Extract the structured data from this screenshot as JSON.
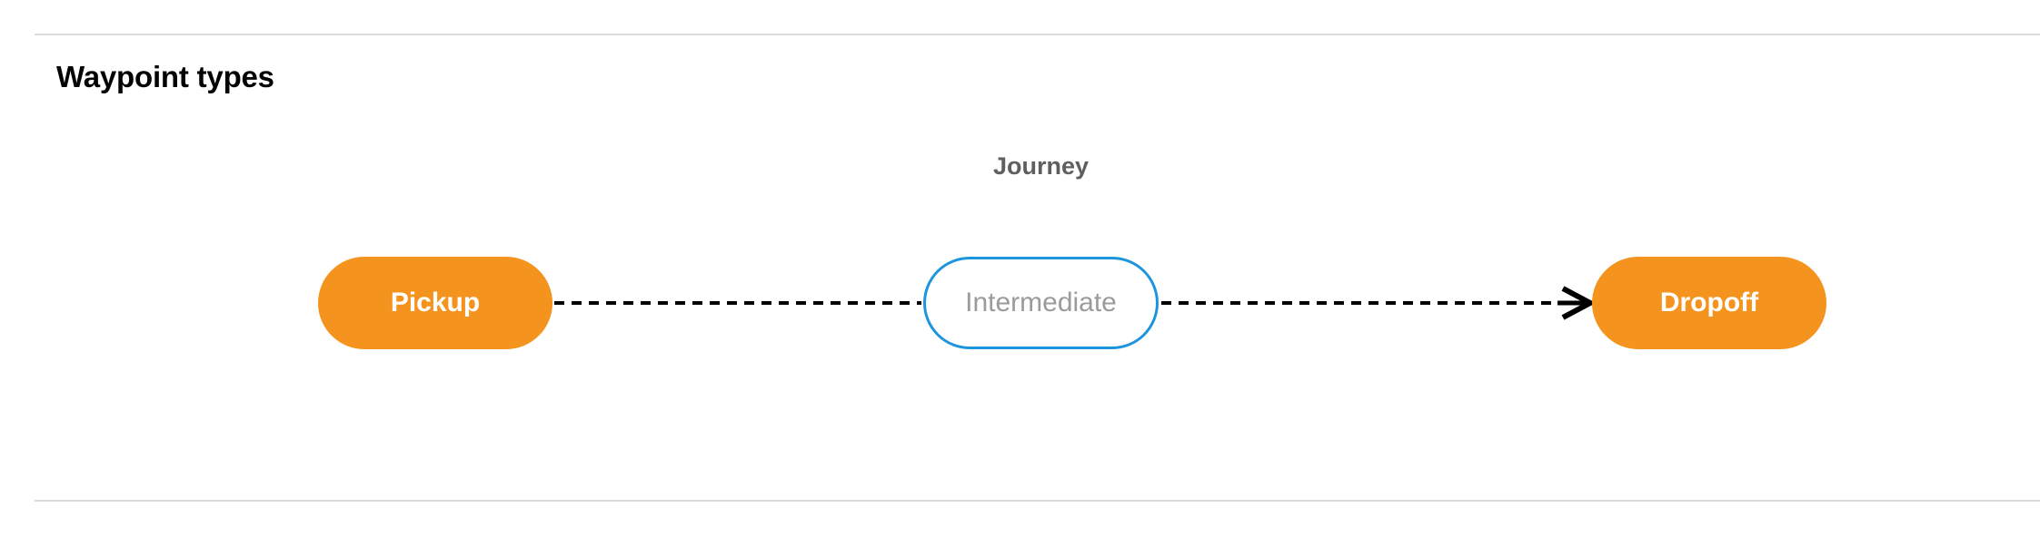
{
  "section": {
    "title": "Waypoint types",
    "has_top_divider": true,
    "has_bottom_divider": true
  },
  "diagram": {
    "group_label": "Journey",
    "nodes": [
      {
        "id": "pickup",
        "label": "Pickup",
        "style": "filled",
        "fill": "#f4941f",
        "text_color": "#ffffff"
      },
      {
        "id": "intermediate",
        "label": "Intermediate",
        "style": "outlined",
        "fill": "#ffffff",
        "border_color": "#1c95de",
        "text_color": "#9b9b9b"
      },
      {
        "id": "dropoff",
        "label": "Dropoff",
        "style": "filled",
        "fill": "#f4941f",
        "text_color": "#ffffff"
      }
    ],
    "edges": [
      {
        "id": "pickup-to-intermediate",
        "from": "pickup",
        "to": "intermediate",
        "line_style": "dashed",
        "color": "#000000",
        "arrowhead": false
      },
      {
        "id": "intermediate-to-dropoff",
        "from": "intermediate",
        "to": "dropoff",
        "line_style": "dashed",
        "color": "#000000",
        "arrowhead": true
      }
    ]
  },
  "colors": {
    "accent_orange": "#f4941f",
    "accent_blue": "#1c95de",
    "muted_text": "#9b9b9b",
    "label_text": "#5f5f5f",
    "divider": "#dcdcdc",
    "title_text": "#040404"
  }
}
